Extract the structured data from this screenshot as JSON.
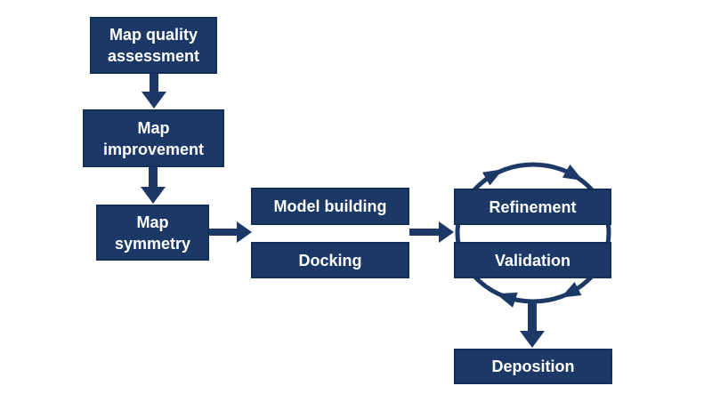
{
  "diagram": {
    "type": "flowchart",
    "background": "#ffffff",
    "colors": {
      "primary": "#1b3866",
      "box_border": "#122f58",
      "text": "#ffffff"
    },
    "nodes": [
      {
        "id": "map-quality-assessment",
        "label": "Map quality\nassessment"
      },
      {
        "id": "map-improvement",
        "label": "Map\nimprovement"
      },
      {
        "id": "map-symmetry",
        "label": "Map\nsymmetry"
      },
      {
        "id": "model-building",
        "label": "Model building"
      },
      {
        "id": "docking",
        "label": "Docking"
      },
      {
        "id": "refinement",
        "label": "Refinement"
      },
      {
        "id": "validation",
        "label": "Validation"
      },
      {
        "id": "deposition",
        "label": "Deposition"
      }
    ],
    "connections": [
      {
        "from": "Map quality assessment",
        "to": "Map improvement"
      },
      {
        "from": "Map improvement",
        "to": "Map symmetry"
      },
      {
        "from": "Map symmetry",
        "to": "Model building / Docking"
      },
      {
        "from": "Model building / Docking",
        "to": "Refinement / Validation"
      },
      {
        "from": "Refinement / Validation cycle",
        "to": "Deposition"
      }
    ],
    "cycle": {
      "around": [
        "Refinement",
        "Validation"
      ],
      "direction": "clockwise",
      "arrowheads": 4
    }
  }
}
